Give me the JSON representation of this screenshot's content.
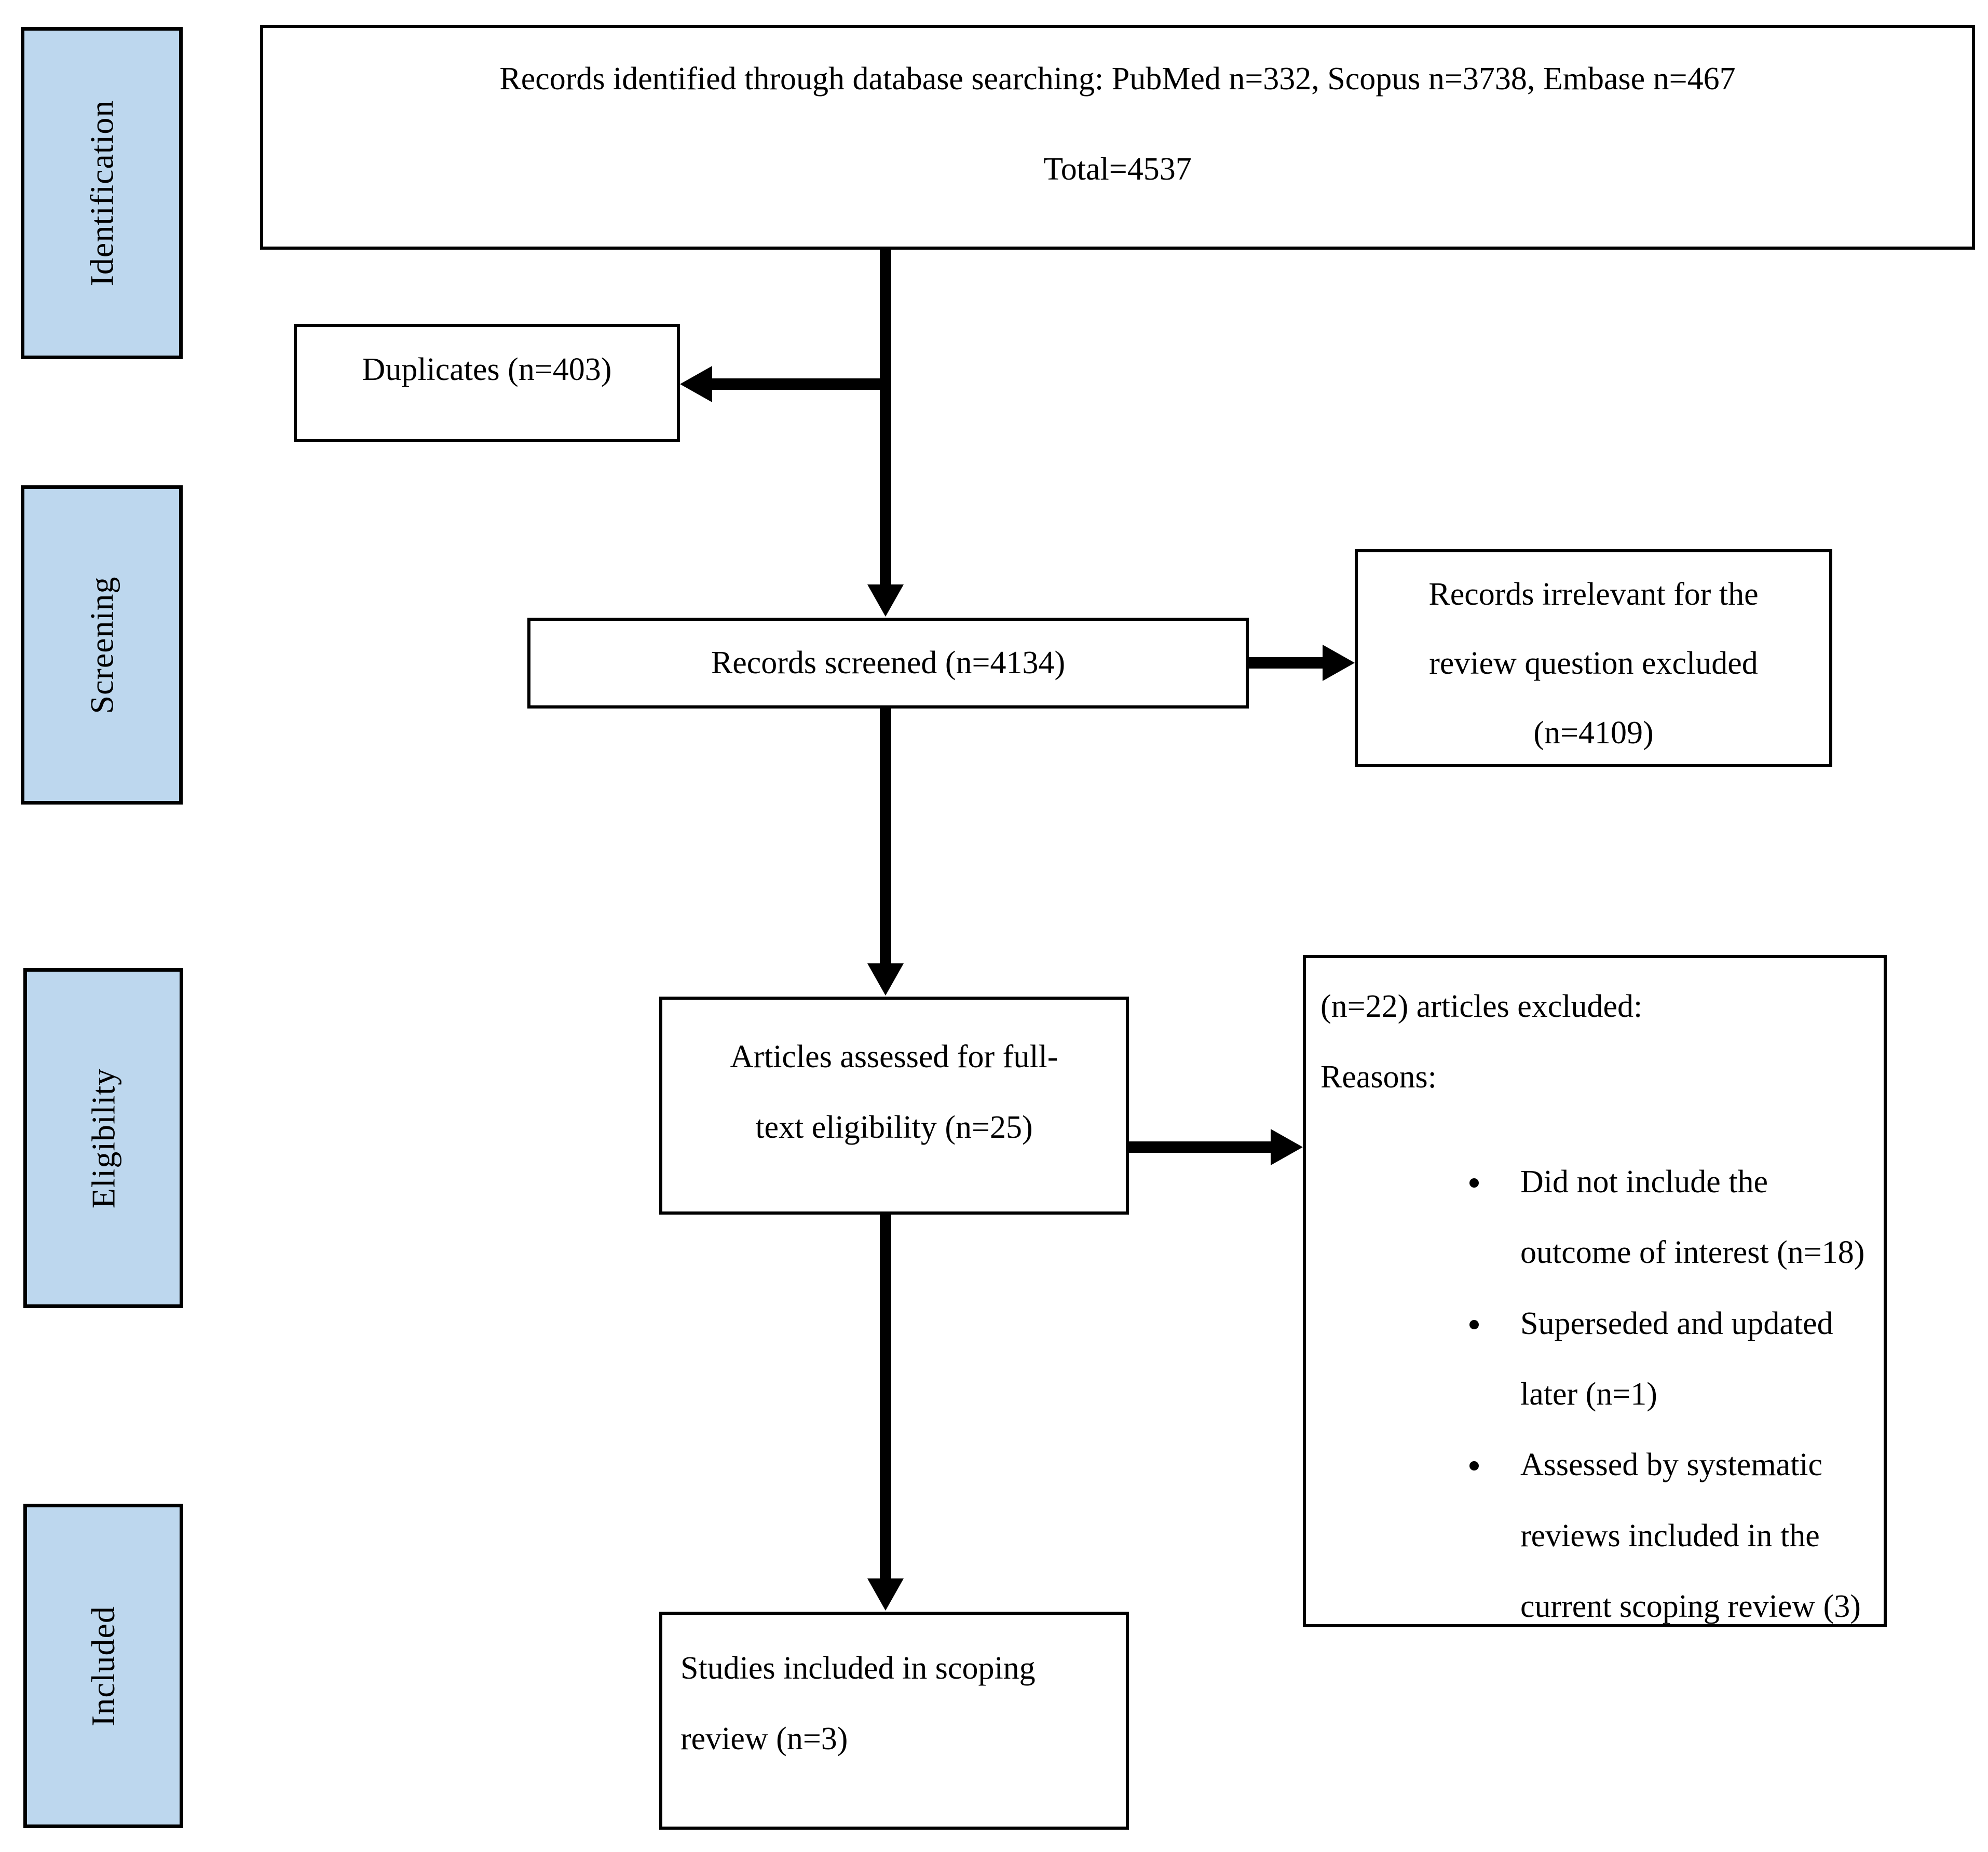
{
  "stages": [
    {
      "label": "Identification"
    },
    {
      "label": "Screening"
    },
    {
      "label": "Eligibility"
    },
    {
      "label": "Included"
    }
  ],
  "boxes": {
    "identified": {
      "lines": [
        "Records identified through database searching: PubMed n=332, Scopus n=3738, Embase n=467",
        "Total=4537"
      ]
    },
    "duplicates": {
      "text": "Duplicates (n=403)"
    },
    "screened": {
      "text": "Records screened (n=4134)"
    },
    "irrelevant": {
      "lines": [
        "Records irrelevant for the",
        "review question excluded",
        "(n=4109)"
      ]
    },
    "full_text": {
      "lines": [
        "Articles assessed for full-",
        "text eligibility (n=25)"
      ]
    },
    "excluded": {
      "header": "(n=22) articles excluded:",
      "subheader": "Reasons:",
      "bullets": [
        {
          "lines": [
            "Did not include the",
            "outcome of interest (n=18)"
          ]
        },
        {
          "lines": [
            "Superseded and updated",
            "later (n=1)"
          ]
        },
        {
          "lines": [
            "Assessed by systematic",
            "reviews included in the",
            "current scoping review (3)"
          ]
        }
      ]
    },
    "included": {
      "lines": [
        "Studies included in scoping",
        "review (n=3)"
      ]
    }
  },
  "colors": {
    "stage_fill": "#BDD7EE",
    "box_border": "#000000",
    "arrow": "#000000",
    "background": "#FFFFFF"
  }
}
